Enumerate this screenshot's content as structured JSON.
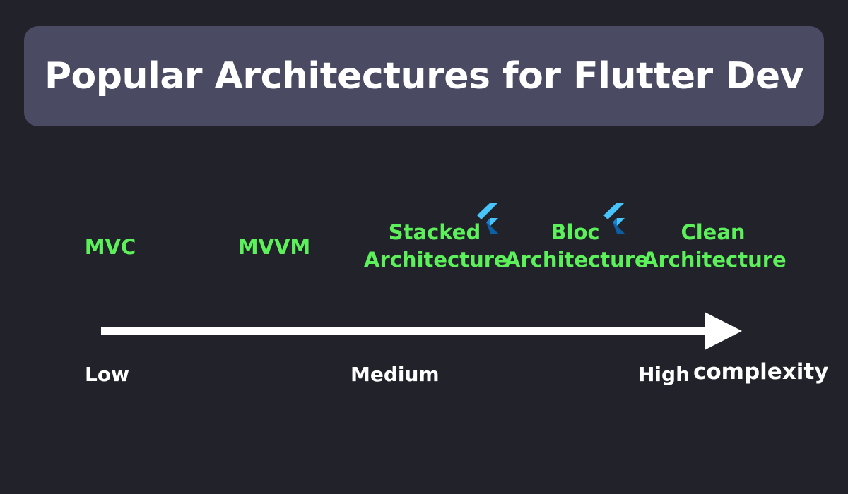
{
  "title": "Popular Architectures for Flutter Dev",
  "architectures": [
    {
      "lines": [
        "MVC"
      ],
      "flutter_badge": false
    },
    {
      "lines": [
        "MVVM"
      ],
      "flutter_badge": false
    },
    {
      "lines": [
        "Stacked",
        "Architecture"
      ],
      "flutter_badge": true
    },
    {
      "lines": [
        "Bloc",
        "Architecture"
      ],
      "flutter_badge": true
    },
    {
      "lines": [
        "Clean",
        "Architecture"
      ],
      "flutter_badge": false
    }
  ],
  "scale": {
    "low": "Low",
    "medium": "Medium",
    "high": "High",
    "axis_label": "complexity"
  },
  "icons": {
    "badge": "flutter-logo-icon",
    "axis": "arrow-right-icon"
  },
  "colors": {
    "background": "#22222b",
    "title_box": "#4a4b63",
    "architecture_text": "#5cf05a",
    "scale_text": "#ffffff",
    "flutter_light": "#47c5fb",
    "flutter_dark": "#0b5fa5"
  }
}
